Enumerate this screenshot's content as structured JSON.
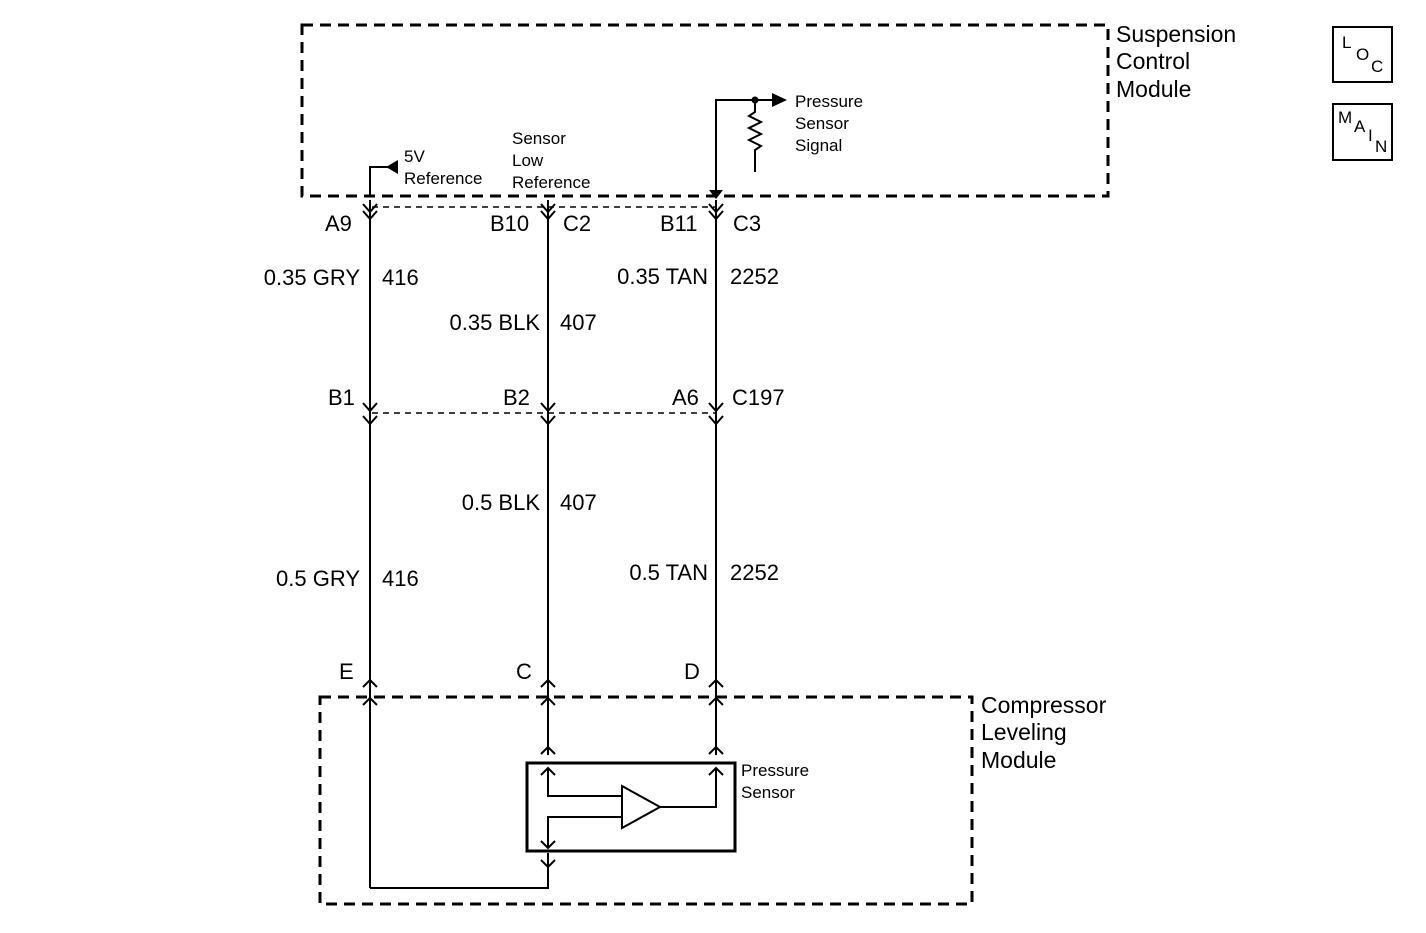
{
  "modules": {
    "scm": {
      "label": [
        "Suspension",
        "Control",
        "Module"
      ]
    },
    "clm": {
      "label": [
        "Compressor",
        "Leveling",
        "Module"
      ]
    }
  },
  "scm_signals": {
    "five_volt_ref": [
      "5V",
      "Reference"
    ],
    "sensor_low_ref": [
      "Sensor",
      "Low",
      "Reference"
    ],
    "pressure_signal": [
      "Pressure",
      "Sensor",
      "Signal"
    ]
  },
  "pressure_sensor": {
    "label": [
      "Pressure",
      "Sensor"
    ]
  },
  "connectors": {
    "scm_pins": {
      "a9": "A9",
      "b10": "B10",
      "c2": "C2",
      "b11": "B11",
      "c3": "C3"
    },
    "inline_pins": {
      "b1": "B1",
      "b2": "B2",
      "a6": "A6",
      "c197": "C197"
    },
    "clm_pins": {
      "e": "E",
      "c": "C",
      "d": "D"
    }
  },
  "wires_upper": {
    "gry": {
      "gauge_color": "0.35 GRY",
      "circuit": "416"
    },
    "blk": {
      "gauge_color": "0.35 BLK",
      "circuit": "407"
    },
    "tan": {
      "gauge_color": "0.35 TAN",
      "circuit": "2252"
    }
  },
  "wires_lower": {
    "gry": {
      "gauge_color": "0.5 GRY",
      "circuit": "416"
    },
    "blk": {
      "gauge_color": "0.5 BLK",
      "circuit": "407"
    },
    "tan": {
      "gauge_color": "0.5 TAN",
      "circuit": "2252"
    }
  },
  "nav_buttons": {
    "loc": {
      "l": "L",
      "o": "O",
      "c": "C"
    },
    "main": {
      "m": "M",
      "a": "A",
      "i": "I",
      "n": "N"
    }
  },
  "colors": {
    "line": "#000000",
    "background": "#ffffff"
  }
}
